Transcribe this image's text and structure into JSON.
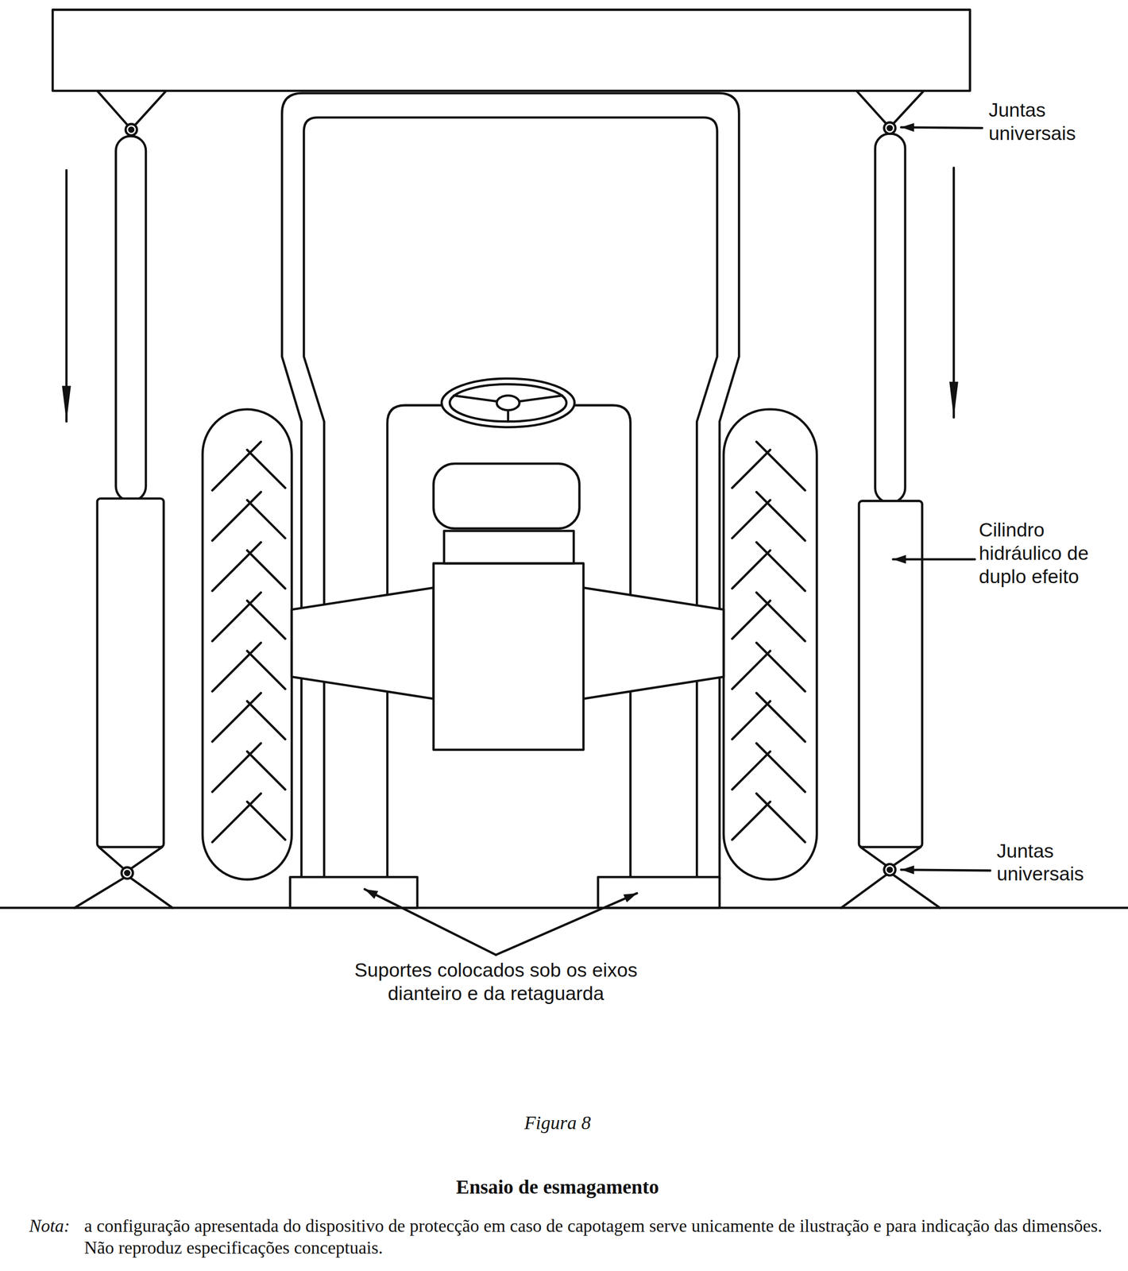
{
  "diagram": {
    "title": "Ensaio de esmagamento",
    "labels": [
      "Juntas universais",
      "Cilindro hidráulico de duplo efeito",
      "Juntas universais",
      "Suportes colocados sob os eixos dianteiro e da retaguarda",
      "Figura 8",
      "Nota:",
      "a configuração apresentada do dispositivo de protecção em caso de capotagem serve unicamente de ilustração e para indicação das dimensões. Não reproduz especificações conceptuais."
    ]
  }
}
